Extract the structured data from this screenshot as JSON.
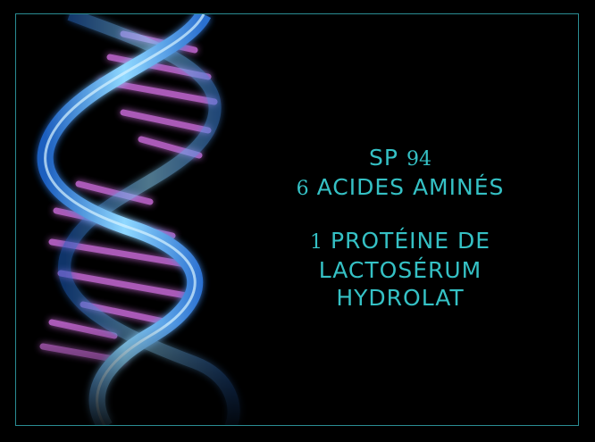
{
  "colors": {
    "accent": "#35c1c5",
    "frame": "#2a8c93",
    "background": "#000000",
    "helix_strand": "#5ab8ff",
    "helix_base": "#c86bd8"
  },
  "title_block": {
    "line1": {
      "word": "SP",
      "num": "94"
    },
    "line2": {
      "num": "6",
      "word": "ACIDES AMINÉS"
    },
    "line3": {
      "num": "1",
      "word": "PROTÉINE DE"
    },
    "line4": {
      "word": "LACTOSÉRUM"
    },
    "line5": {
      "word": "HYDROLAT"
    }
  },
  "image": {
    "subject": "dna-double-helix"
  }
}
